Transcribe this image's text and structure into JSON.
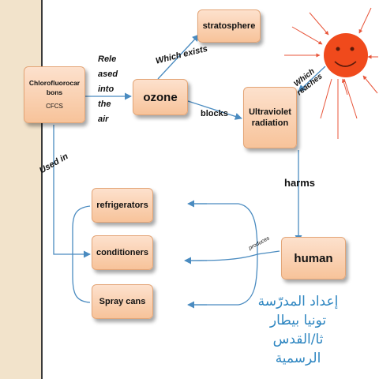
{
  "nodes": {
    "cfc_name": "Chlorofluorocar bons",
    "cfc_abbr": "CFCS",
    "ozone": "ozone",
    "stratosphere": "stratosphere",
    "uv": "Ultraviolet radiation",
    "human": "human",
    "refrigerators": "refrigerators",
    "conditioners": "conditioners",
    "spray_cans": "Spray cans"
  },
  "edge_labels": {
    "released_lines": [
      "Rele",
      "ased",
      "into",
      "the",
      "air"
    ],
    "which_exists": "Which exists",
    "blocks": "blocks",
    "which_reaches": "Which reaches",
    "harms": "harms",
    "used_in": "Used in",
    "produces": "produces"
  },
  "credit_lines": [
    "إعداد المدرّسة",
    "تونيا بيطار",
    "ثا/القدس",
    "الرسمية"
  ],
  "colors": {
    "box_fill": "#f7c39a",
    "arrow_blue": "#4a8bc0",
    "sun": "#f04a1c",
    "sun_rays": "#e8553a",
    "credit_text": "#2e86c1"
  }
}
